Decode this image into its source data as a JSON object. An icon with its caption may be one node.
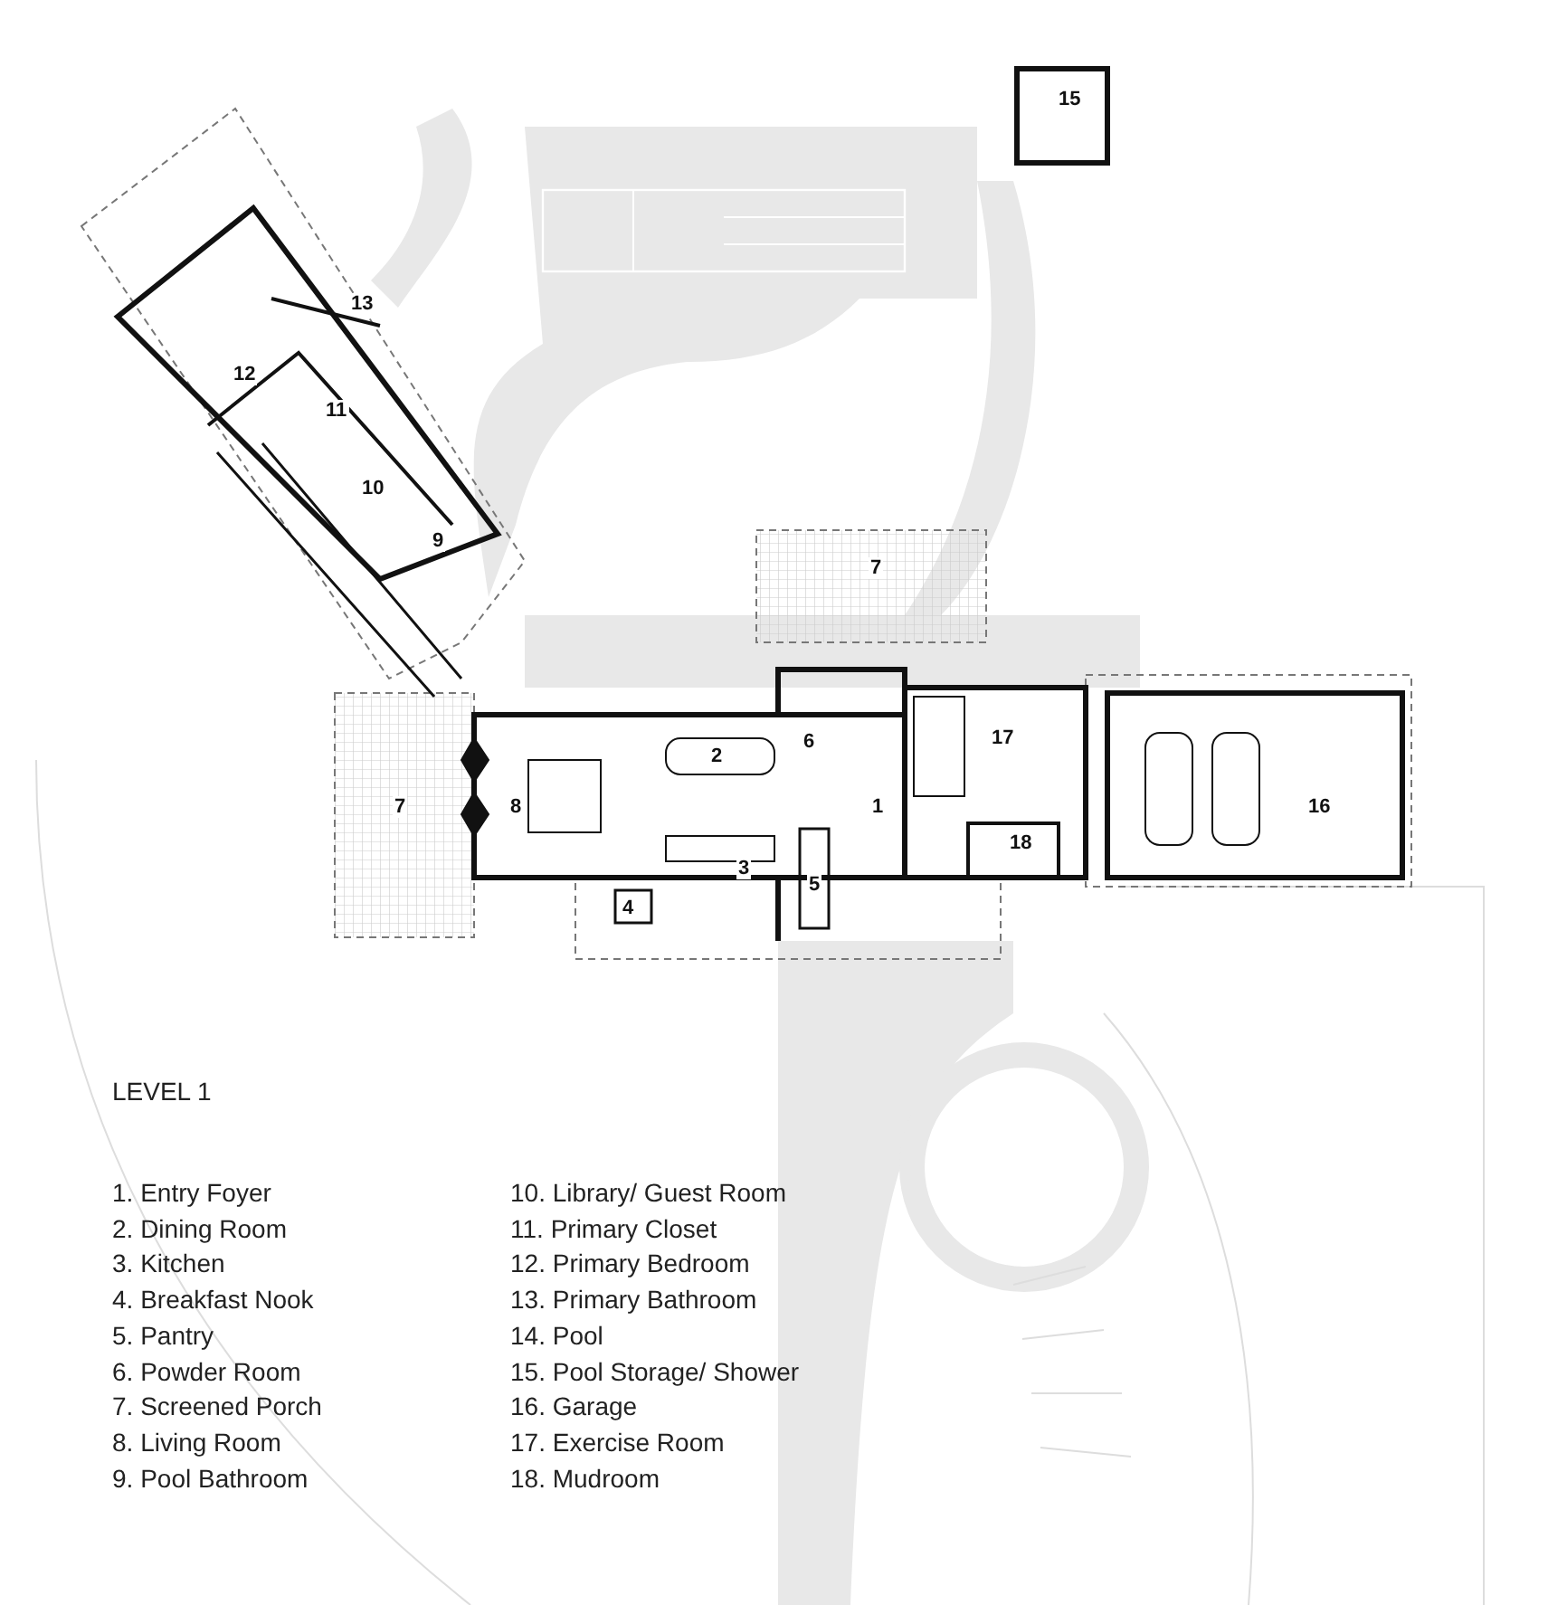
{
  "diagram": {
    "title": "LEVEL 1",
    "labels": [
      "15",
      "13",
      "12",
      "11",
      "10",
      "9",
      "7",
      "6",
      "2",
      "17",
      "7",
      "8",
      "1",
      "16",
      "18",
      "3",
      "5",
      "4",
      "1. Entry Foyer",
      "2. Dining Room",
      "3. Kitchen",
      "4. Breakfast Nook",
      "5. Pantry",
      "6. Powder Room",
      "7. Screened Porch",
      "8. Living Room",
      "9. Pool Bathroom",
      "10. Library/ Guest Room",
      "11. Primary Closet",
      "12. Primary Bedroom",
      "13. Primary Bathroom",
      "14. Pool",
      "15. Pool Storage/ Shower",
      "16. Garage",
      "17. Exercise Room",
      "18. Mudroom"
    ]
  }
}
